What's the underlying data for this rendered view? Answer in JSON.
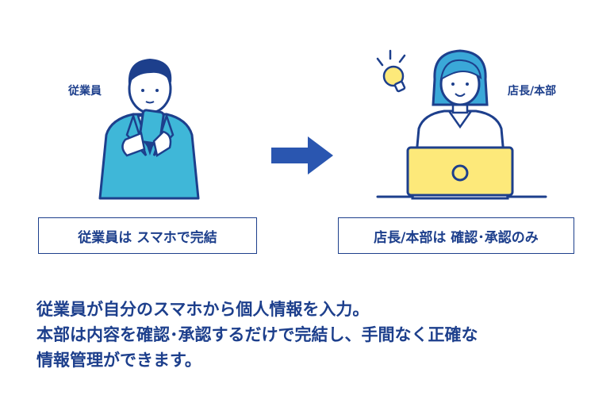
{
  "employee": {
    "label": "従業員",
    "caption": "従業員は スマホで完結"
  },
  "manager": {
    "label": "店長/本部",
    "caption": "店長/本部は 確認･承認のみ"
  },
  "description": {
    "line1": "従業員が自分のスマホから個人情報を入力。",
    "line2": "本部は内容を確認･承認するだけで完結し、手間なく正確な",
    "line3": "情報管理ができます。"
  },
  "colors": {
    "navy": "#1d3f8c",
    "arrow": "#2a56b0",
    "suit": "#3fb7d8",
    "laptop": "#fde97a",
    "hair": "#3aa8d8"
  },
  "icons": [
    "employee-illustration",
    "arrow-right-icon",
    "manager-illustration",
    "lightbulb-icon"
  ]
}
